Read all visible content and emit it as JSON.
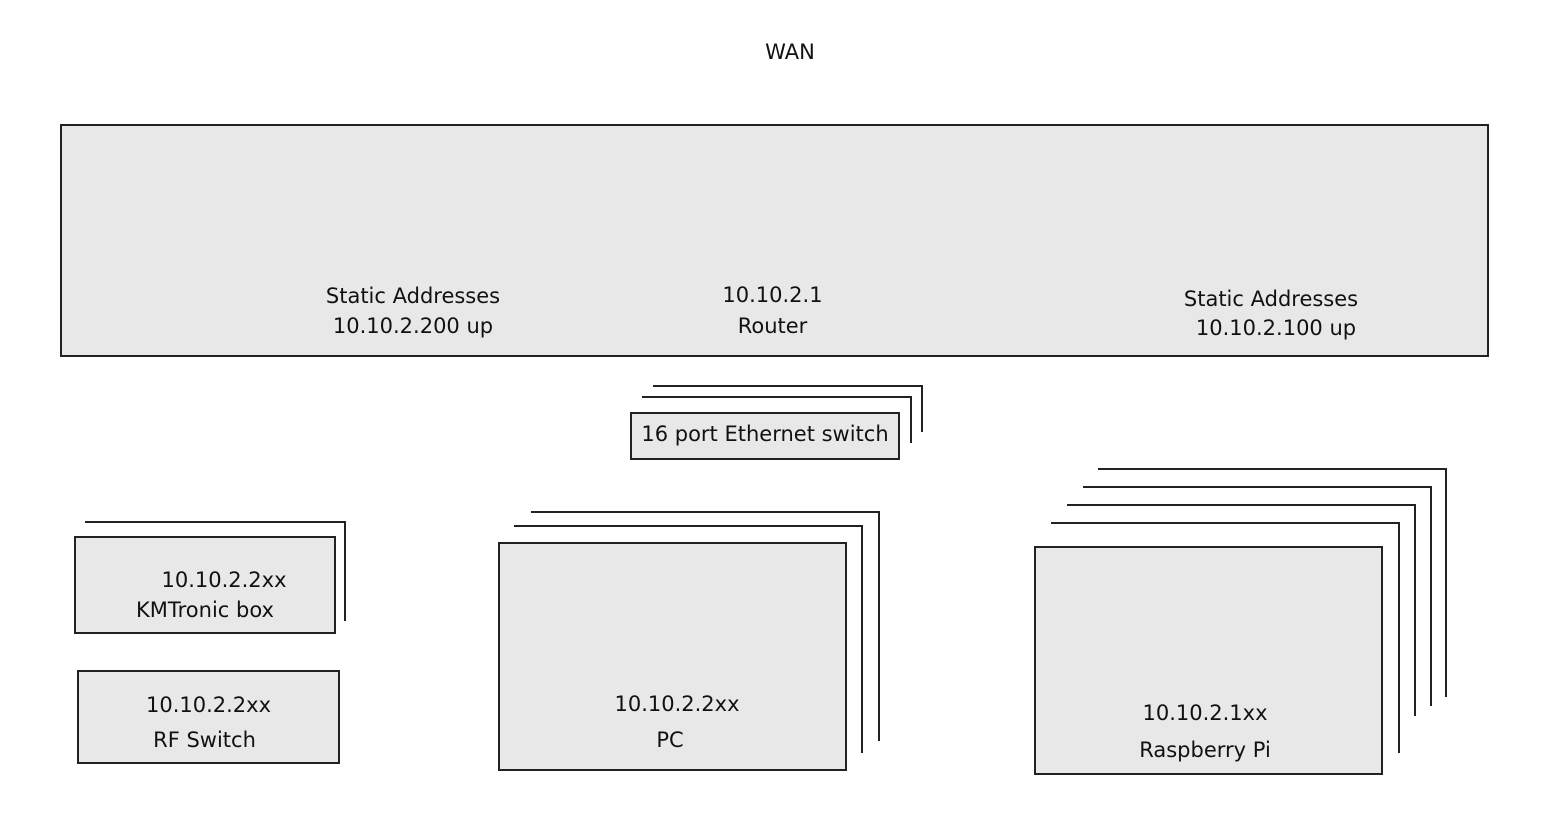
{
  "wan": {
    "label": "WAN"
  },
  "router_panel": {
    "left": {
      "title": "Static Addresses",
      "range": "10.10.2.200 up"
    },
    "center": {
      "ip": "10.10.2.1",
      "name": "Router"
    },
    "right": {
      "title": "Static Addresses",
      "range": "10.10.2.100 up"
    }
  },
  "switch": {
    "label": "16 port Ethernet switch"
  },
  "kmtronic": {
    "ip": "10.10.2.2xx",
    "name": "KMTronic box"
  },
  "rf_switch": {
    "ip": "10.10.2.2xx",
    "name": "RF Switch"
  },
  "pc": {
    "ip": "10.10.2.2xx",
    "name": "PC"
  },
  "raspberry_pi": {
    "ip": "10.10.2.1xx",
    "name": "Raspberry Pi"
  }
}
